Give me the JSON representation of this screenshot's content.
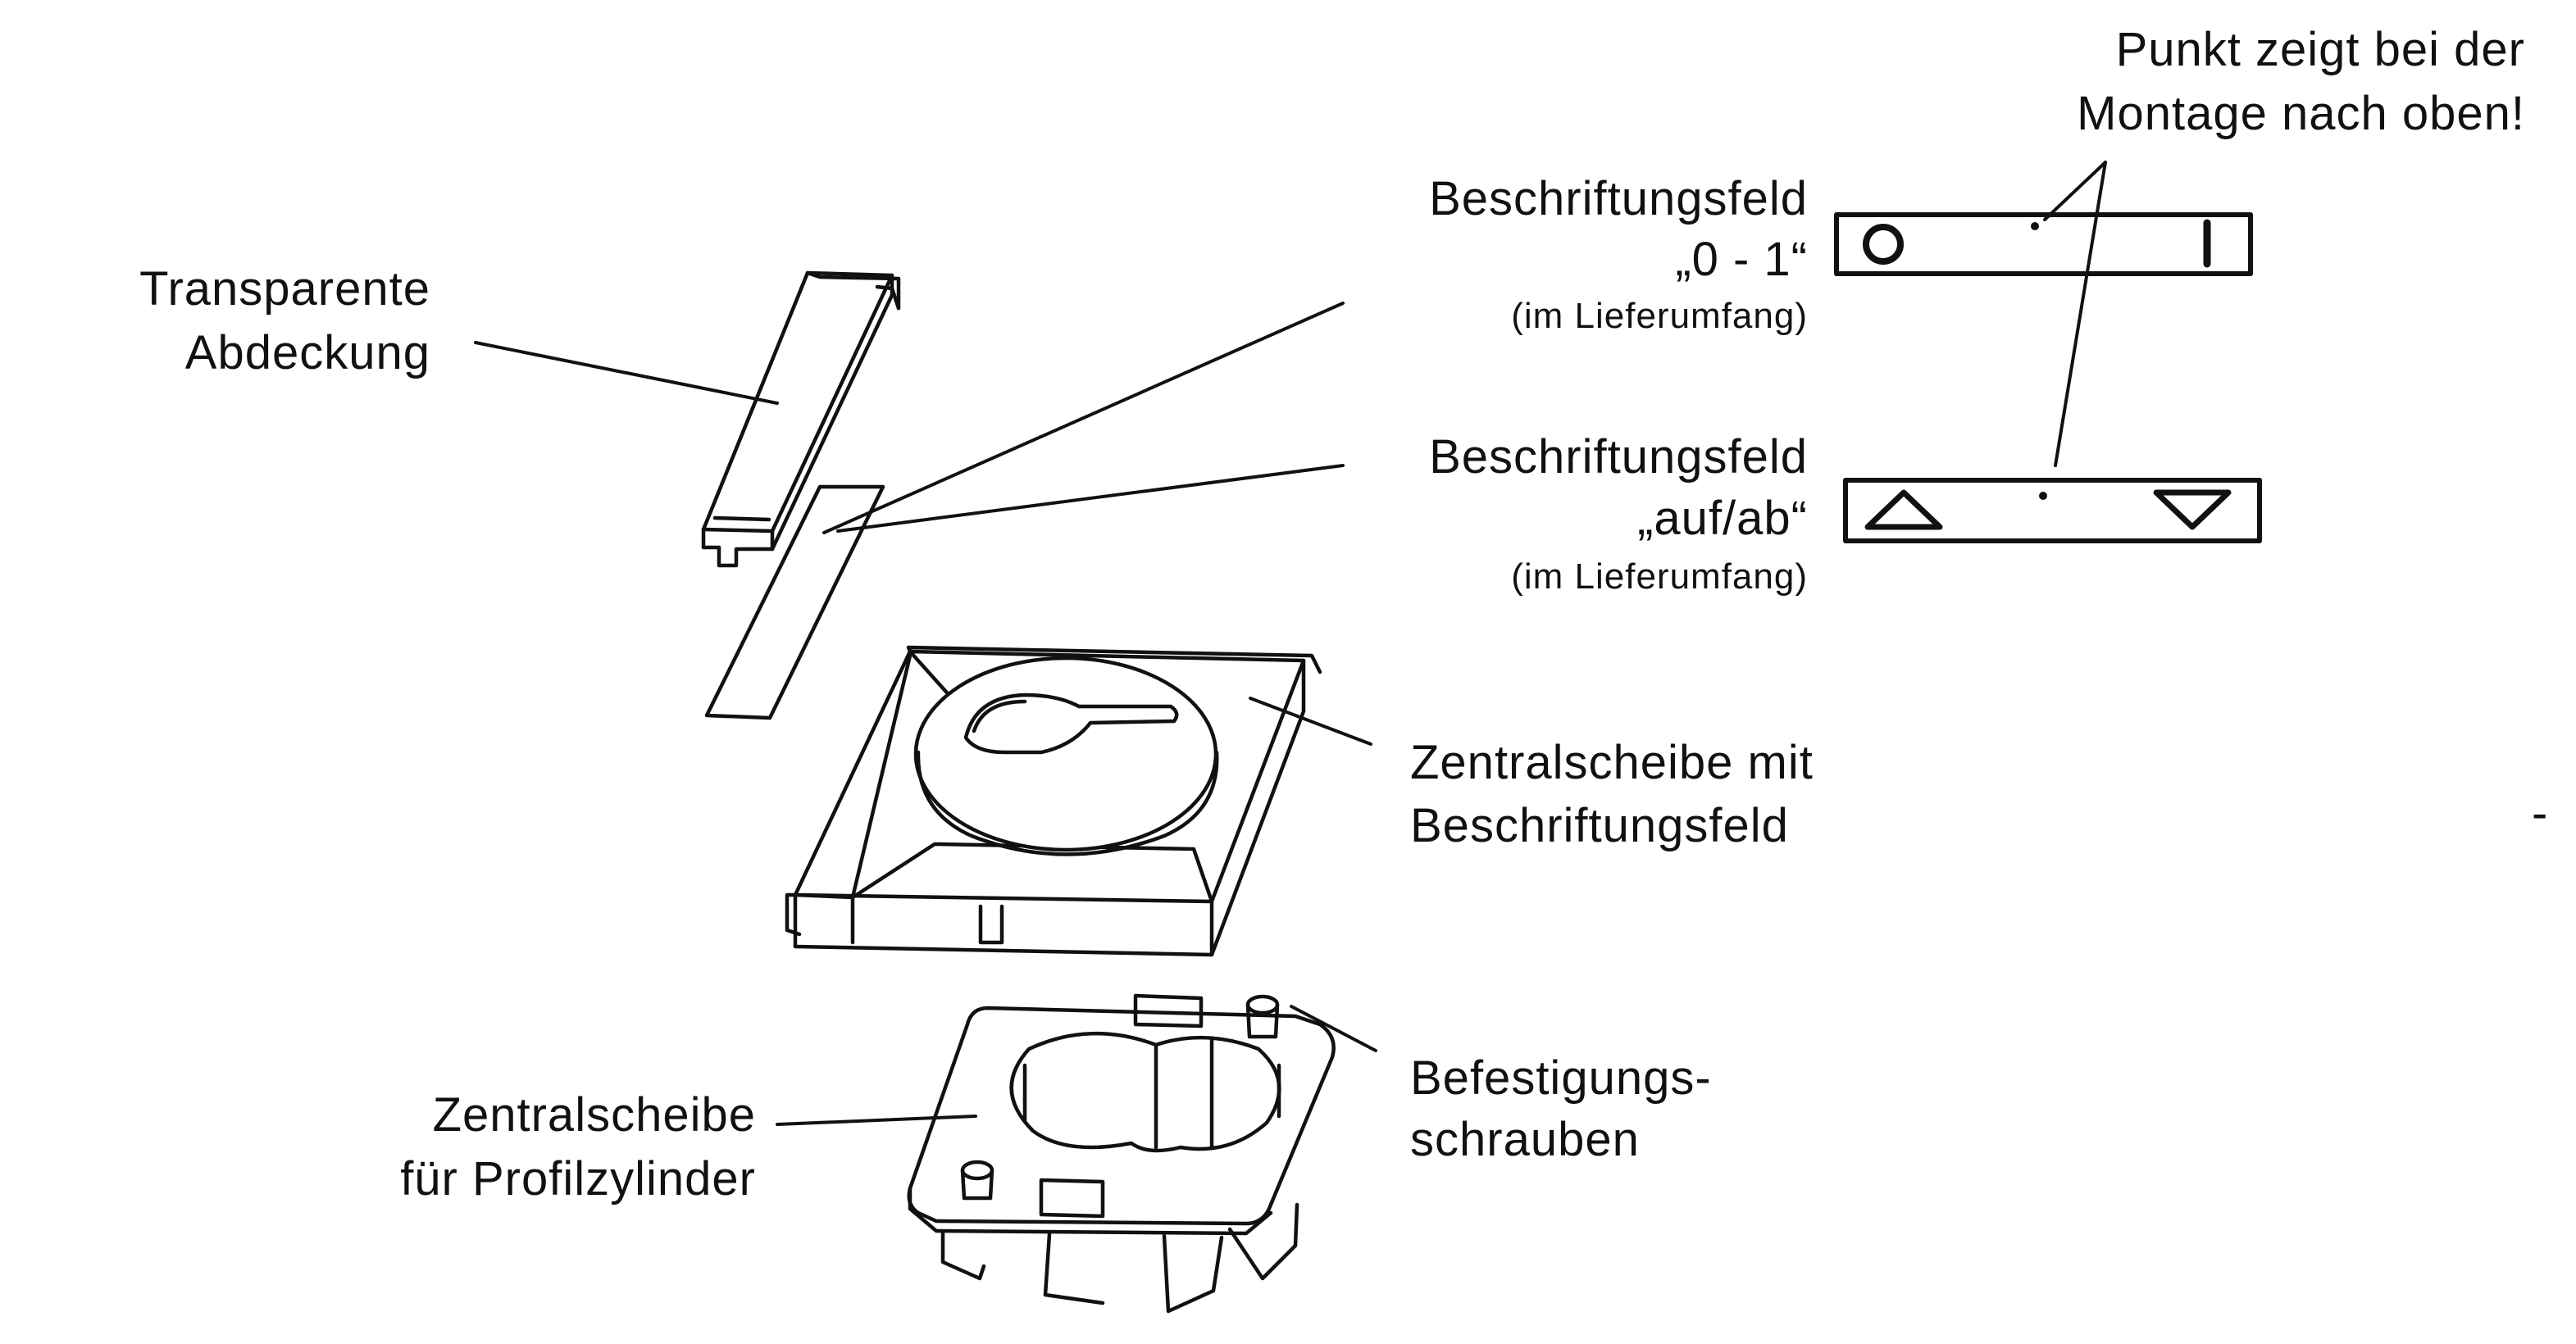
{
  "labels": {
    "note_line1": "Punkt zeigt bei der",
    "note_line2": "Montage nach oben!",
    "field01_line1": "Beschriftungsfeld",
    "field01_line2": "„0 - 1“",
    "field01_line3": "(im Lieferumfang)",
    "fieldauf_line1": "Beschriftungsfeld",
    "fieldauf_line2": "„auf/ab“",
    "fieldauf_line3": "(im Lieferumfang)",
    "cover_line1": "Transparente",
    "cover_line2": "Abdeckung",
    "disc_line1": "Zentralscheibe mit",
    "disc_line2": "Beschriftungsfeld",
    "screws_line1": "Befestigungs-",
    "screws_line2": "schrauben",
    "cyl_line1": "Zentralscheibe",
    "cyl_line2": "für Profilzylinder",
    "dash": "-"
  },
  "icons": {
    "off_symbol": "circle-o",
    "on_symbol": "bar-i",
    "up_symbol": "triangle-up",
    "down_symbol": "triangle-down"
  }
}
